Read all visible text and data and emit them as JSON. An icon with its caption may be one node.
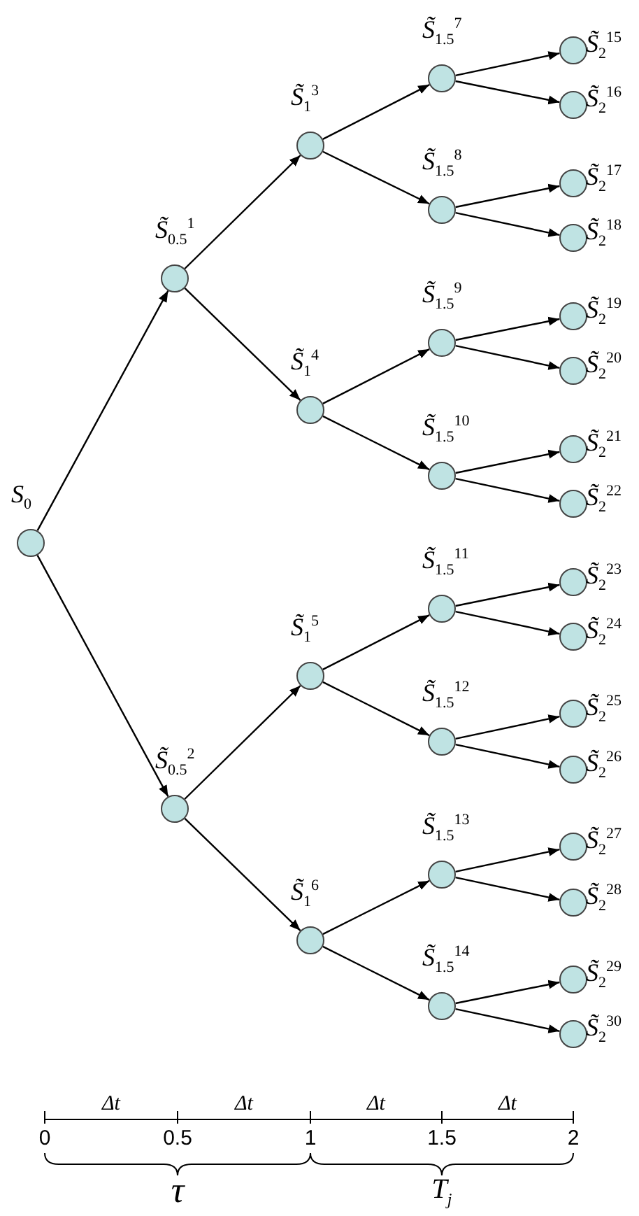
{
  "diagram": {
    "nodes": [
      {
        "text": [],
        "shape": "circle",
        "beside": [
          "S$_{0}$"
        ]
      },
      {
        "text": [],
        "shape": "circle",
        "beside": [
          "S̃$_{0.5}$$^{1}$"
        ]
      },
      {
        "text": [],
        "shape": "circle",
        "beside": [
          "S̃$_{0.5}$$^{2}$"
        ]
      },
      {
        "text": [],
        "shape": "circle",
        "beside": [
          "S̃$_{1}$$^{3}$"
        ]
      },
      {
        "text": [],
        "shape": "circle",
        "beside": [
          "S̃$_{1}$$^{4}$"
        ]
      },
      {
        "text": [],
        "shape": "circle",
        "beside": [
          "S̃$_{1}$$^{5}$"
        ]
      },
      {
        "text": [],
        "shape": "circle",
        "beside": [
          "S̃$_{1}$$^{6}$"
        ]
      },
      {
        "text": [],
        "shape": "circle",
        "beside": [
          "S̃$_{1.5}$$^{7}$"
        ]
      },
      {
        "text": [],
        "shape": "circle",
        "beside": [
          "S̃$_{1.5}$$^{8}$"
        ]
      },
      {
        "text": [],
        "shape": "circle",
        "beside": [
          "S̃$_{1.5}$$^{9}$"
        ]
      },
      {
        "text": [],
        "shape": "circle",
        "beside": [
          "S̃$_{1.5}$$^{10}$"
        ]
      },
      {
        "text": [],
        "shape": "circle",
        "beside": [
          "S̃$_{1.5}$$^{11}$"
        ]
      },
      {
        "text": [],
        "shape": "circle",
        "beside": [
          "S̃$_{1.5}$$^{12}$"
        ]
      },
      {
        "text": [],
        "shape": "circle",
        "beside": [
          "S̃$_{1.5}$$^{13}$"
        ]
      },
      {
        "text": [],
        "shape": "circle",
        "beside": [
          "S̃$_{1.5}$$^{14}$"
        ]
      },
      {
        "text": [],
        "shape": "circle",
        "beside": [
          "S̃$_{2}$$^{15}$"
        ]
      },
      {
        "text": [],
        "shape": "circle",
        "beside": [
          "S̃$_{2}$$^{16}$"
        ]
      },
      {
        "text": [],
        "shape": "circle",
        "beside": [
          "S̃$_{2}$$^{17}$"
        ]
      },
      {
        "text": [],
        "shape": "circle",
        "beside": [
          "S̃$_{2}$$^{18}$"
        ]
      },
      {
        "text": [],
        "shape": "circle",
        "beside": [
          "S̃$_{2}$$^{19}$"
        ]
      },
      {
        "text": [],
        "shape": "circle",
        "beside": [
          "S̃$_{2}$$^{20}$"
        ]
      },
      {
        "text": [],
        "shape": "circle",
        "beside": [
          "S̃$_{2}$$^{21}$"
        ]
      },
      {
        "text": [],
        "shape": "circle",
        "beside": [
          "S̃$_{2}$$^{22}$"
        ]
      },
      {
        "text": [],
        "shape": "circle",
        "beside": [
          "S̃$_{2}$$^{23}$"
        ]
      },
      {
        "text": [],
        "shape": "circle",
        "beside": [
          "S̃$_{2}$$^{24}$"
        ]
      },
      {
        "text": [],
        "shape": "circle",
        "beside": [
          "S̃$_{2}$$^{25}$"
        ]
      },
      {
        "text": [],
        "shape": "circle",
        "beside": [
          "S̃$_{2}$$^{26}$"
        ]
      },
      {
        "text": [],
        "shape": "circle",
        "beside": [
          "S̃$_{2}$$^{27}$"
        ]
      },
      {
        "text": [],
        "shape": "circle",
        "beside": [
          "S̃$_{2}$$^{28}$"
        ]
      },
      {
        "text": [],
        "shape": "circle",
        "beside": [
          "S̃$_{2}$$^{29}$"
        ]
      },
      {
        "text": [],
        "shape": "circle",
        "beside": [
          "S̃$_{2}$$^{30}$"
        ]
      }
    ],
    "edges": [
      {
        "from": 0,
        "to": 1,
        "arrow": "to"
      },
      {
        "from": 0,
        "to": 2,
        "arrow": "to"
      },
      {
        "from": 1,
        "to": 3,
        "arrow": "to"
      },
      {
        "from": 1,
        "to": 4,
        "arrow": "to"
      },
      {
        "from": 2,
        "to": 5,
        "arrow": "to"
      },
      {
        "from": 2,
        "to": 6,
        "arrow": "to"
      },
      {
        "from": 3,
        "to": 7,
        "arrow": "to"
      },
      {
        "from": 3,
        "to": 8,
        "arrow": "to"
      },
      {
        "from": 4,
        "to": 9,
        "arrow": "to"
      },
      {
        "from": 4,
        "to": 10,
        "arrow": "to"
      },
      {
        "from": 5,
        "to": 11,
        "arrow": "to"
      },
      {
        "from": 5,
        "to": 12,
        "arrow": "to"
      },
      {
        "from": 6,
        "to": 13,
        "arrow": "to"
      },
      {
        "from": 6,
        "to": 14,
        "arrow": "to"
      },
      {
        "from": 7,
        "to": 15,
        "arrow": "to"
      },
      {
        "from": 7,
        "to": 16,
        "arrow": "to"
      },
      {
        "from": 8,
        "to": 17,
        "arrow": "to"
      },
      {
        "from": 8,
        "to": 18,
        "arrow": "to"
      },
      {
        "from": 9,
        "to": 19,
        "arrow": "to"
      },
      {
        "from": 9,
        "to": 20,
        "arrow": "to"
      },
      {
        "from": 10,
        "to": 21,
        "arrow": "to"
      },
      {
        "from": 10,
        "to": 22,
        "arrow": "to"
      },
      {
        "from": 11,
        "to": 23,
        "arrow": "to"
      },
      {
        "from": 11,
        "to": 24,
        "arrow": "to"
      },
      {
        "from": 12,
        "to": 25,
        "arrow": "to"
      },
      {
        "from": 12,
        "to": 26,
        "arrow": "to"
      },
      {
        "from": 13,
        "to": 27,
        "arrow": "to"
      },
      {
        "from": 13,
        "to": 28,
        "arrow": "to"
      },
      {
        "from": 14,
        "to": 29,
        "arrow": "to"
      },
      {
        "from": 14,
        "to": 30,
        "arrow": "to"
      }
    ],
    "labels": [
      "Δt",
      "Δt",
      "Δt",
      "Δt",
      "0",
      "0.5",
      "1",
      "1.5",
      "2",
      "τ",
      "T$_{j}$"
    ]
  }
}
